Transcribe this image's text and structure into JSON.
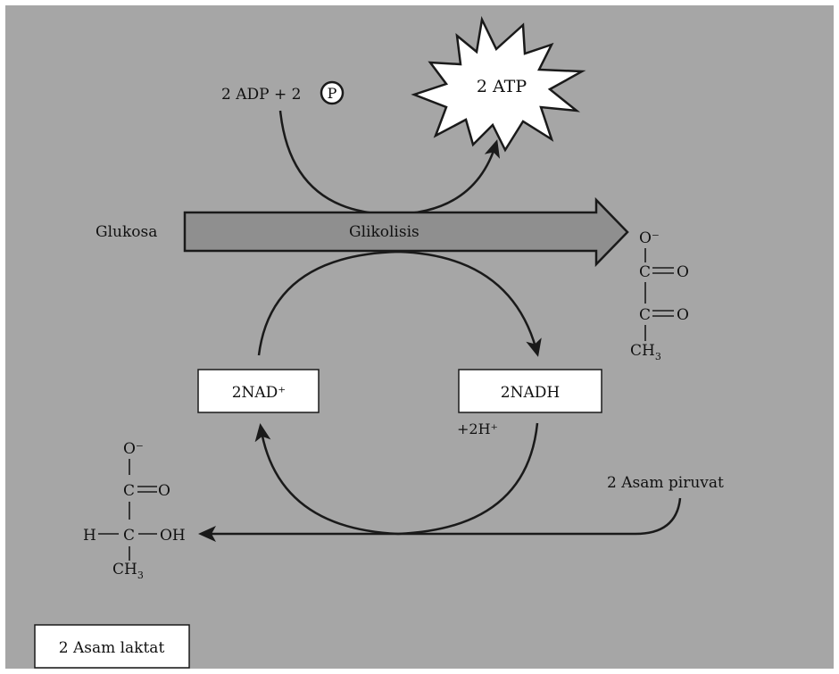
{
  "colors": {
    "background": "#a6a6a6",
    "frame": "#ffffff",
    "ink": "#1a1a1a",
    "box_fill": "#ffffff",
    "band_fill": "#8f8f8f",
    "star_fill": "#ffffff"
  },
  "labels": {
    "adp_prefix": "2 ADP + 2",
    "phosphate": "P",
    "atp": "2 ATP",
    "glukosa": "Glukosa",
    "glikolisis": "Glikolisis",
    "nad_box": "2NAD⁺",
    "nadh_box": "2NADH",
    "h_plus": "+2H⁺",
    "asam_piruvat": "2 Asam piruvat",
    "asam_laktat": "2 Asam laktat"
  },
  "pyruvate": {
    "o_minus": "O⁻",
    "c1": "C",
    "o1": "O",
    "c2": "C",
    "o2": "O",
    "ch3": "CH",
    "ch3_sub": "3"
  },
  "lactate": {
    "o_minus": "O⁻",
    "c1": "C",
    "o1": "O",
    "h": "H",
    "c2": "C",
    "oh": "OH",
    "ch3": "CH",
    "ch3_sub": "3"
  }
}
